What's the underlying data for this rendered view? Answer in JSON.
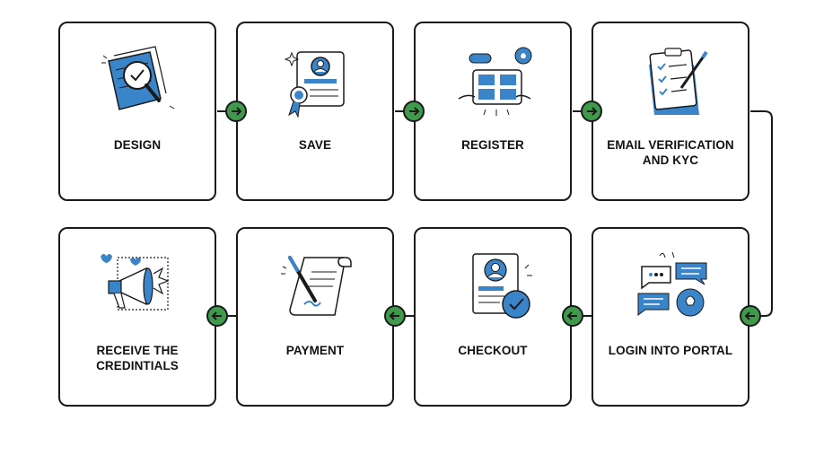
{
  "colors": {
    "accent": "#3a84c9",
    "node": "#3f9a4c",
    "stroke": "#1a1a1a"
  },
  "steps": [
    {
      "lines": [
        "DESIGN"
      ],
      "icon": "document-magnifier-icon"
    },
    {
      "lines": [
        "SAVE"
      ],
      "icon": "certificate-icon"
    },
    {
      "lines": [
        "REGISTER"
      ],
      "icon": "tablet-register-icon"
    },
    {
      "lines": [
        "EMAIL VERIFICATION",
        "AND KYC"
      ],
      "icon": "clipboard-checklist-icon"
    },
    {
      "lines": [
        "LOGIN INTO PORTAL"
      ],
      "icon": "chat-bubbles-icon"
    },
    {
      "lines": [
        "CHECKOUT"
      ],
      "icon": "profile-check-icon"
    },
    {
      "lines": [
        "PAYMENT"
      ],
      "icon": "scroll-pen-icon"
    },
    {
      "lines": [
        "RECEIVE THE",
        "CREDINTIALS"
      ],
      "icon": "megaphone-icon"
    }
  ]
}
